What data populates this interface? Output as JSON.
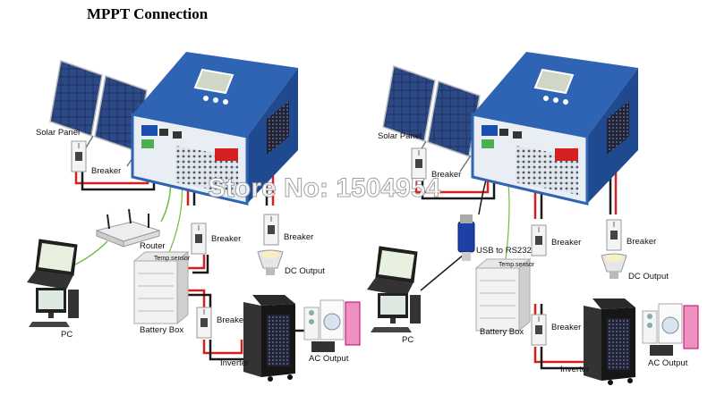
{
  "title": "MPPT Connection",
  "watermark": "Store No: 1504954",
  "left": {
    "solar_panel": "Solar Panel",
    "breaker_1": "Breaker",
    "breaker_2": "Breaker",
    "breaker_3": "Breaker",
    "breaker_4": "Breaker",
    "router": "Router",
    "temp_sensor": "Temp.sensor",
    "dc_output": "DC Output",
    "pc": "PC",
    "battery_box": "Battery Box",
    "inverter": "Inverter",
    "ac_output": "AC Output"
  },
  "right": {
    "solar_panel": "Solar Panel",
    "breaker_1": "Breaker",
    "breaker_2": "Breaker",
    "breaker_3": "Breaker",
    "breaker_4": "Breaker",
    "usb_rs232": "USB to RS232",
    "temp_sensor": "Temp.sensor",
    "dc_output": "DC Output",
    "pc": "PC",
    "battery_box": "Battery Box",
    "inverter": "Inverter",
    "ac_output": "AC Output"
  },
  "colors": {
    "controller_blue": "#2f64b4",
    "wire_red": "#d42020",
    "wire_black": "#1a1a1a",
    "wire_green": "#6fbf3a",
    "panel_cell": "#2a3d6e"
  }
}
